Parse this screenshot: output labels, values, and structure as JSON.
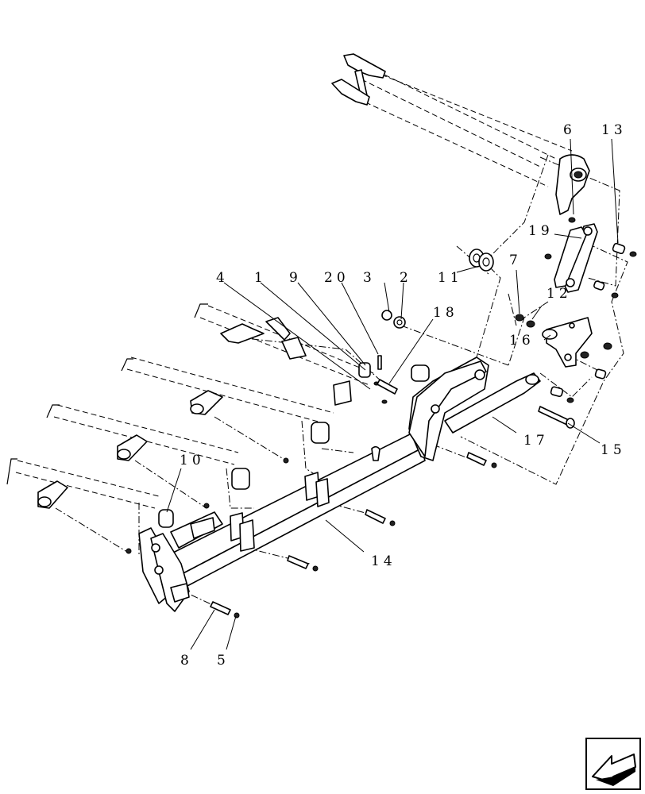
{
  "callouts": [
    {
      "id": "c6",
      "text": "6"
    },
    {
      "id": "c13",
      "text": "13"
    },
    {
      "id": "c19",
      "text": "19"
    },
    {
      "id": "c7",
      "text": "7"
    },
    {
      "id": "c12",
      "text": "12"
    },
    {
      "id": "c11",
      "text": "11"
    },
    {
      "id": "c4",
      "text": "4"
    },
    {
      "id": "c1",
      "text": "1"
    },
    {
      "id": "c9",
      "text": "9"
    },
    {
      "id": "c20",
      "text": "20"
    },
    {
      "id": "c3",
      "text": "3"
    },
    {
      "id": "c2",
      "text": "2"
    },
    {
      "id": "c18",
      "text": "18"
    },
    {
      "id": "c16",
      "text": "16"
    },
    {
      "id": "c17",
      "text": "17"
    },
    {
      "id": "c15",
      "text": "15"
    },
    {
      "id": "c10",
      "text": "10"
    },
    {
      "id": "c14",
      "text": "14"
    },
    {
      "id": "c8",
      "text": "8"
    },
    {
      "id": "c5",
      "text": "5"
    }
  ],
  "nav_icon": "previous-page-arrow-icon"
}
